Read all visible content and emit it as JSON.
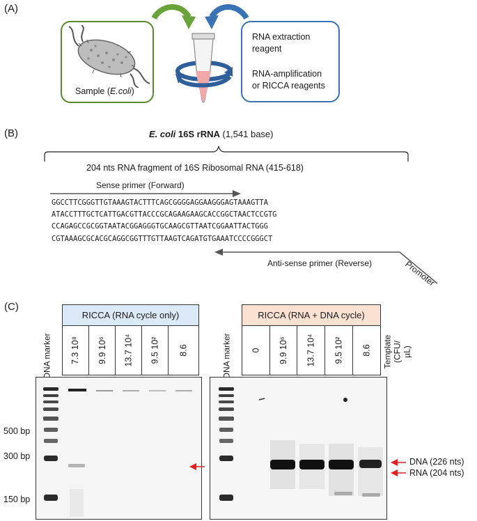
{
  "panel_a": {
    "letter": "(A)",
    "sample_label": "Sample (",
    "sample_italic": "E.coli",
    "sample_close": ")",
    "reagent_line1": "RNA extraction",
    "reagent_line2": "reagent",
    "reagent_line3": "RNA-amplification",
    "reagent_line4": "or RICCA reagents",
    "colors": {
      "green": "#5a8a2e",
      "blue": "#3a73b4",
      "tube_liquid": "#f2a8a8"
    }
  },
  "panel_b": {
    "letter": "(B)",
    "title_bold": "E. coli",
    "title_bold2": " 16S rRNA",
    "title_rest": " (1,541 base)",
    "fragment_label": "204 nts RNA fragment of 16S Ribosomal RNA (415-618)",
    "sense_primer": "Sense primer (Forward)",
    "antisense_primer": "Anti-sense primer (Reverse)",
    "promoter": "Promoter",
    "sequence": [
      "GGCCTTCGGGTTGTAAAGTACTTTCAGCGGGGAGGAAGGGAGTAAAGTTA",
      "ATACCTTTGCTCATTGACGTTACCCGCAGAAGAAGCACCGGCTAACTCCGTG",
      "CCAGAGCCGCGGTAATACGGAGGGTGCAAGCGTTAATCGGAATTACTGGG",
      "CGTAAAGCGCACGCAGGCGGTTTGTTAAGTCAGATGTGAAATCCCCGGGCT"
    ]
  },
  "panel_c": {
    "letter": "(C)",
    "left_header": "RICCA (RNA cycle only)",
    "right_header": "RICCA (RNA + DNA cycle)",
    "marker_label": "DNA marker",
    "left_templates": [
      "7.3 10⁸",
      "9.9 10⁶",
      "13.7 10⁴",
      "9.5 10²",
      "8.6"
    ],
    "right_templates": [
      "0",
      "9.9 10⁶",
      "13.7 10⁴",
      "9.5 10²",
      "8.6"
    ],
    "template_label": "Template (CFU/µL)",
    "bp_labels": [
      "500 bp",
      "300 bp",
      "150 bp"
    ],
    "dna_label": "DNA (226 nts)",
    "rna_label": "RNA (204 nts)",
    "colors": {
      "left_header_bg": "#dce9f6",
      "right_header_bg": "#fbe1d2",
      "arrow": "#e02020"
    }
  }
}
